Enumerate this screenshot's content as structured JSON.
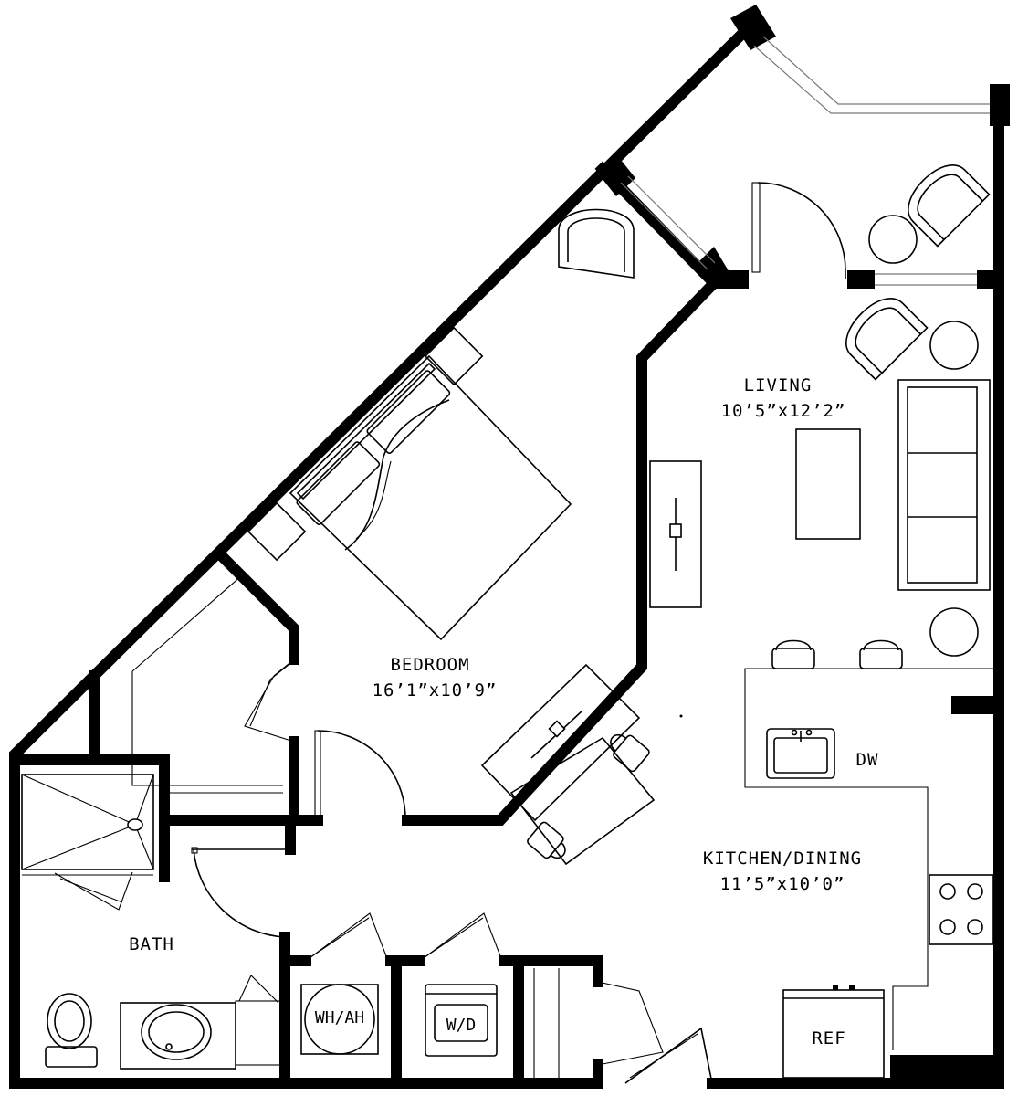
{
  "rooms": {
    "living": {
      "name": "LIVING",
      "size": "10’5”x12’2”"
    },
    "bedroom": {
      "name": "BEDROOM",
      "size": "16’1”x10’9”"
    },
    "kitchen": {
      "name": "KITCHEN/DINING",
      "size": "11’5”x10’0”"
    },
    "bath": {
      "name": "BATH"
    }
  },
  "fixtures": {
    "dw": "DW",
    "water_heater": "WH/AH",
    "washer_dryer": "W/D",
    "refrigerator": "REF"
  }
}
